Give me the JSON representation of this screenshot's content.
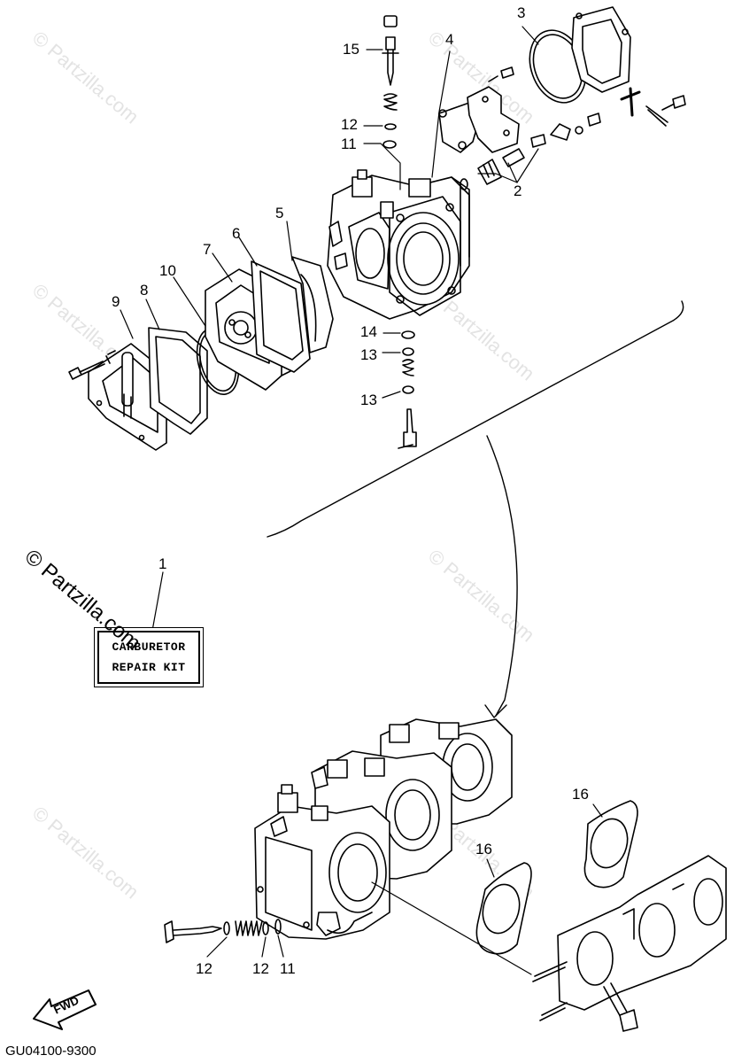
{
  "watermark": {
    "text": "© Partzilla.com",
    "main_text": "© Partzilla.com"
  },
  "callouts": {
    "c1": "1",
    "c2": "2",
    "c3": "3",
    "c4": "4",
    "c5": "5",
    "c6": "6",
    "c7": "7",
    "c8": "8",
    "c9": "9",
    "c10": "10",
    "c11_top": "11",
    "c12_top": "12",
    "c13_upper": "13",
    "c13_lower": "13",
    "c14": "14",
    "c15": "15",
    "c16_upper": "16",
    "c16_lower": "16",
    "c12_bl": "12",
    "c12_bm": "12",
    "c11_b": "11"
  },
  "kit_label": {
    "line1": "CARBURETOR",
    "line2": "REPAIR KIT"
  },
  "fwd_label": "FWD",
  "diagram_code": "GU04100-9300"
}
